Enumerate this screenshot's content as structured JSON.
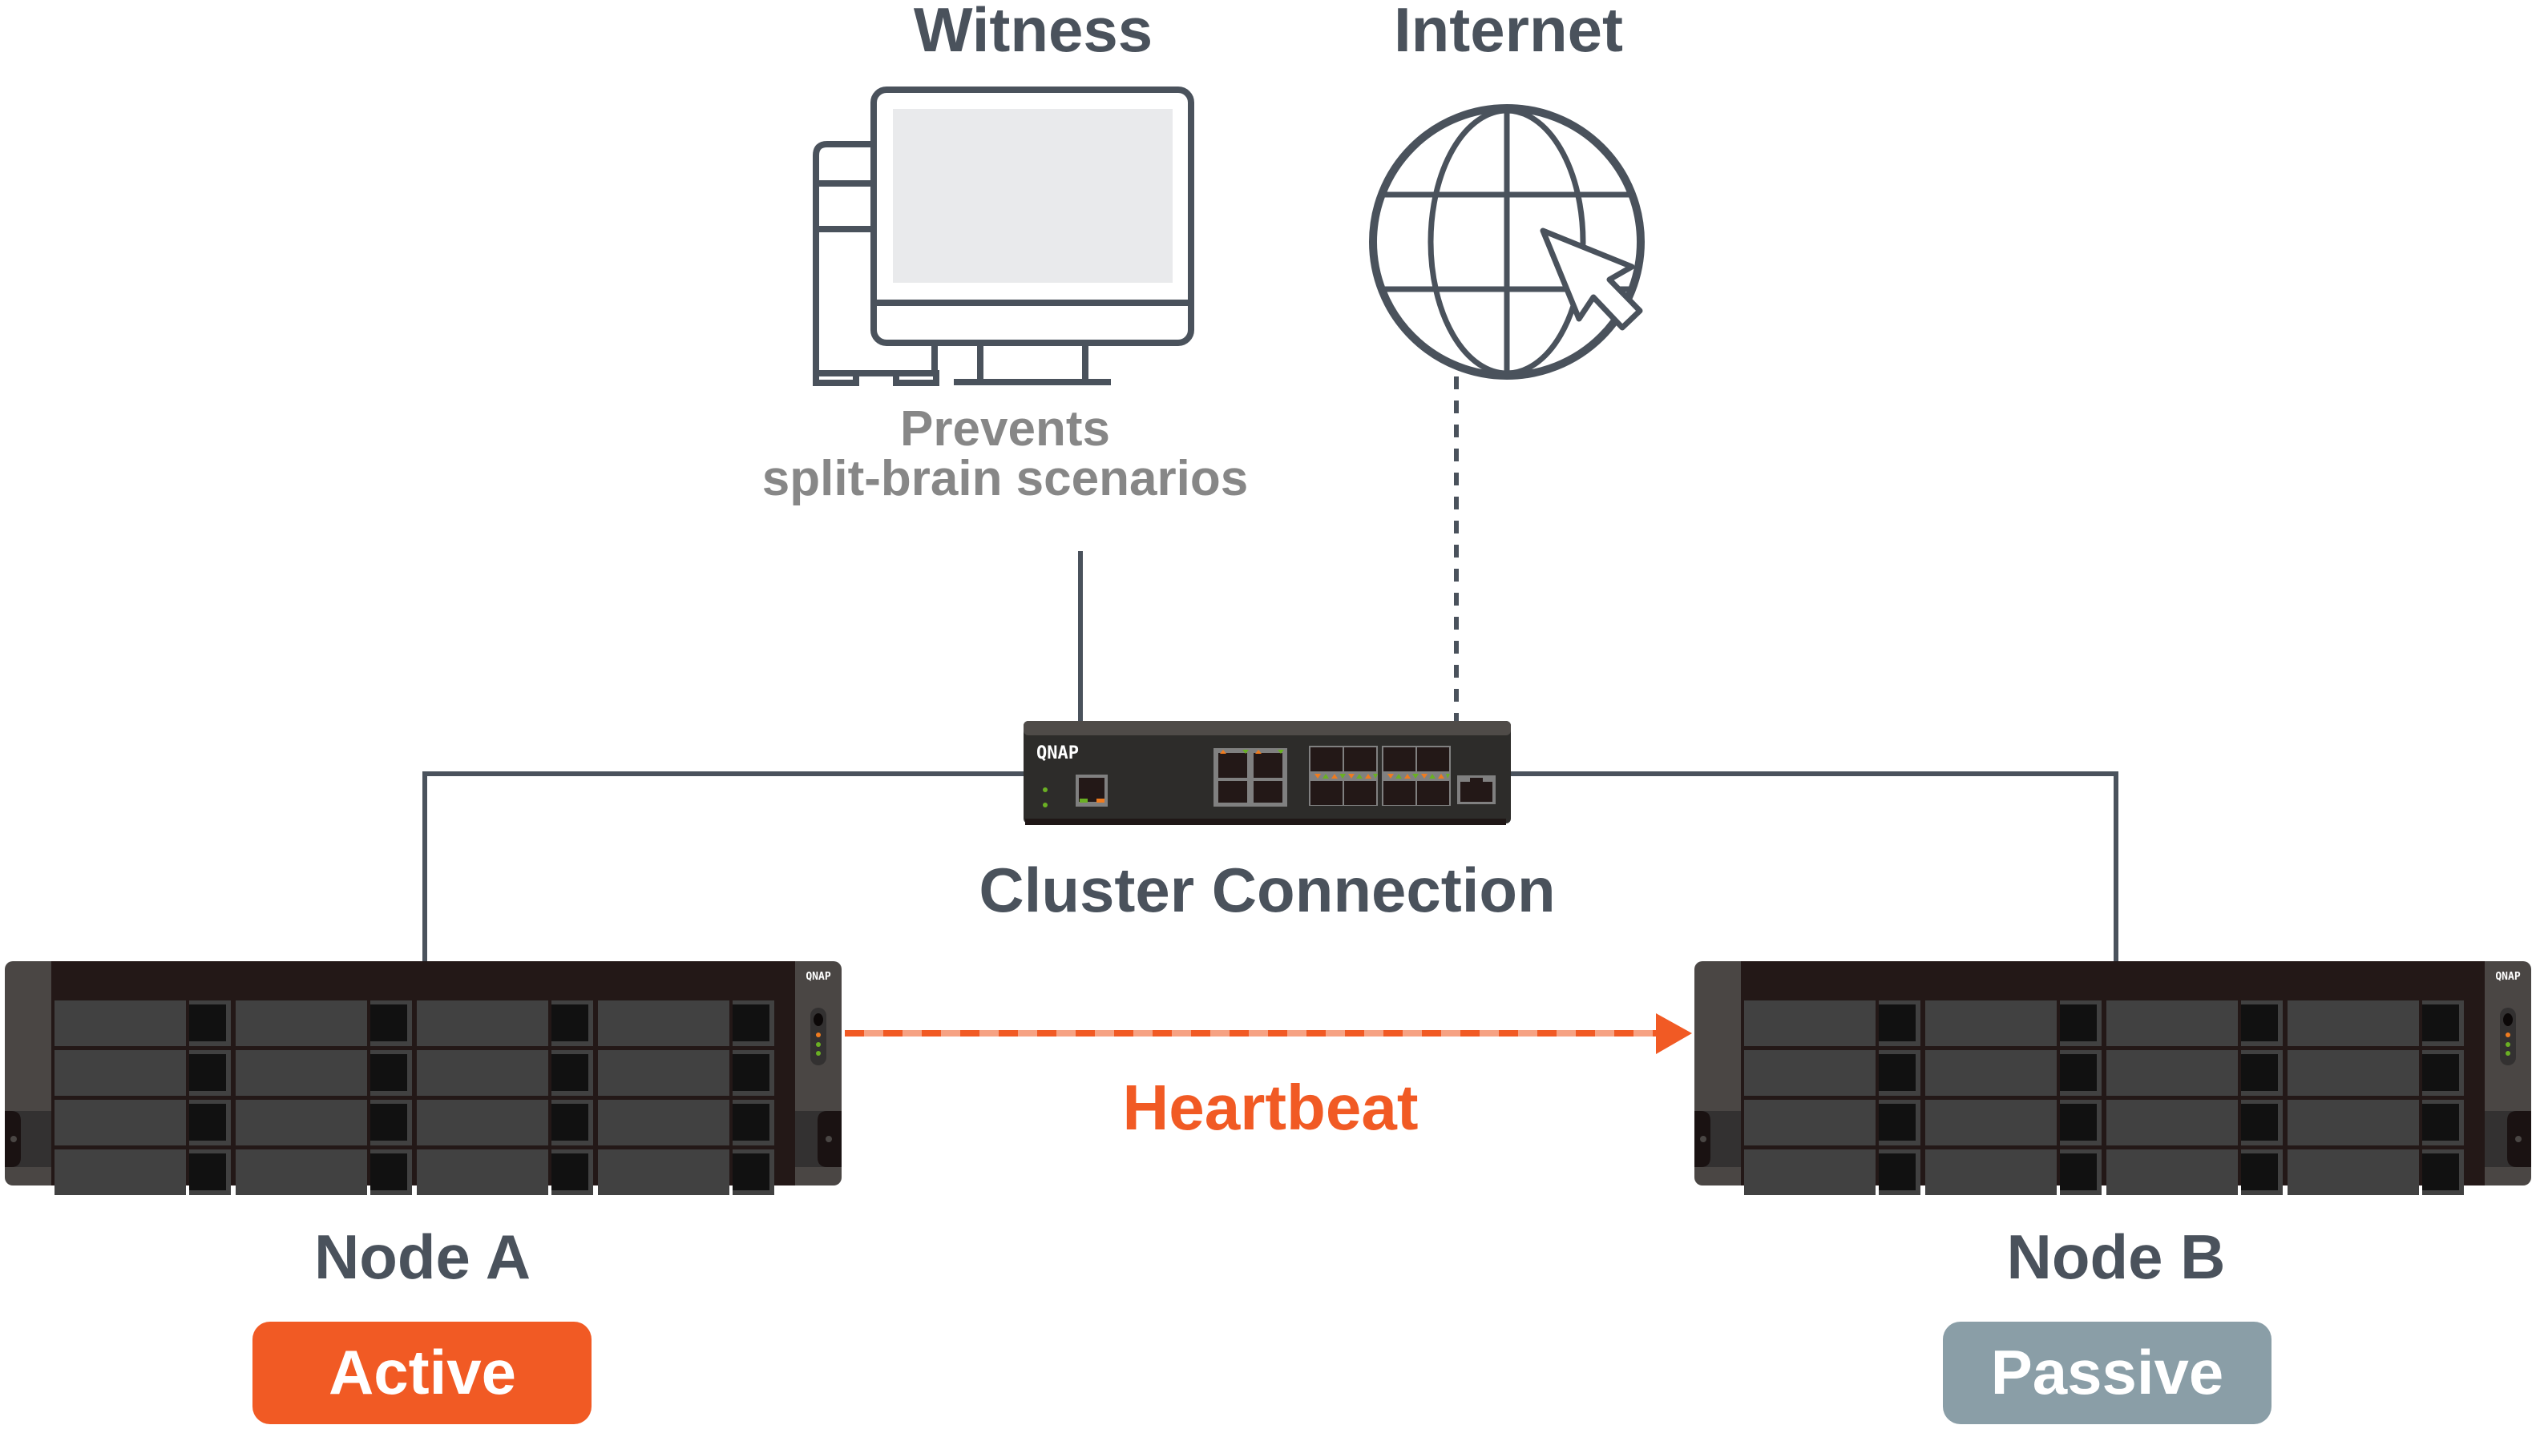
{
  "diagram": {
    "title": "Cluster with Witness and Heartbeat",
    "colors": {
      "text": "#4a525c",
      "subtext": "#878787",
      "accent": "#f15a24",
      "passive": "#8a9ea7",
      "line": "#4a525c"
    },
    "witness": {
      "label": "Witness",
      "icon": "desktop-computer-icon",
      "caption_line1": "Prevents",
      "caption_line2": "split-brain scenarios"
    },
    "internet": {
      "label": "Internet",
      "icon": "globe-cursor-icon"
    },
    "switch": {
      "brand": "QNAP",
      "label": "Cluster Connection",
      "icon": "network-switch-icon"
    },
    "heartbeat": {
      "label": "Heartbeat",
      "direction": "Node A → Node B",
      "style": "dashed-arrow"
    },
    "nodes": [
      {
        "name": "Node A",
        "brand": "QNAP",
        "status": "Active",
        "status_color": "#f15a24",
        "icon": "rackmount-nas-icon"
      },
      {
        "name": "Node B",
        "brand": "QNAP",
        "status": "Passive",
        "status_color": "#8a9ea7",
        "icon": "rackmount-nas-icon"
      }
    ],
    "connections": [
      {
        "from": "Witness",
        "to": "Cluster Connection",
        "style": "solid"
      },
      {
        "from": "Internet",
        "to": "Cluster Connection",
        "style": "dotted"
      },
      {
        "from": "Cluster Connection",
        "to": "Node A",
        "style": "solid"
      },
      {
        "from": "Cluster Connection",
        "to": "Node B",
        "style": "solid"
      }
    ]
  }
}
